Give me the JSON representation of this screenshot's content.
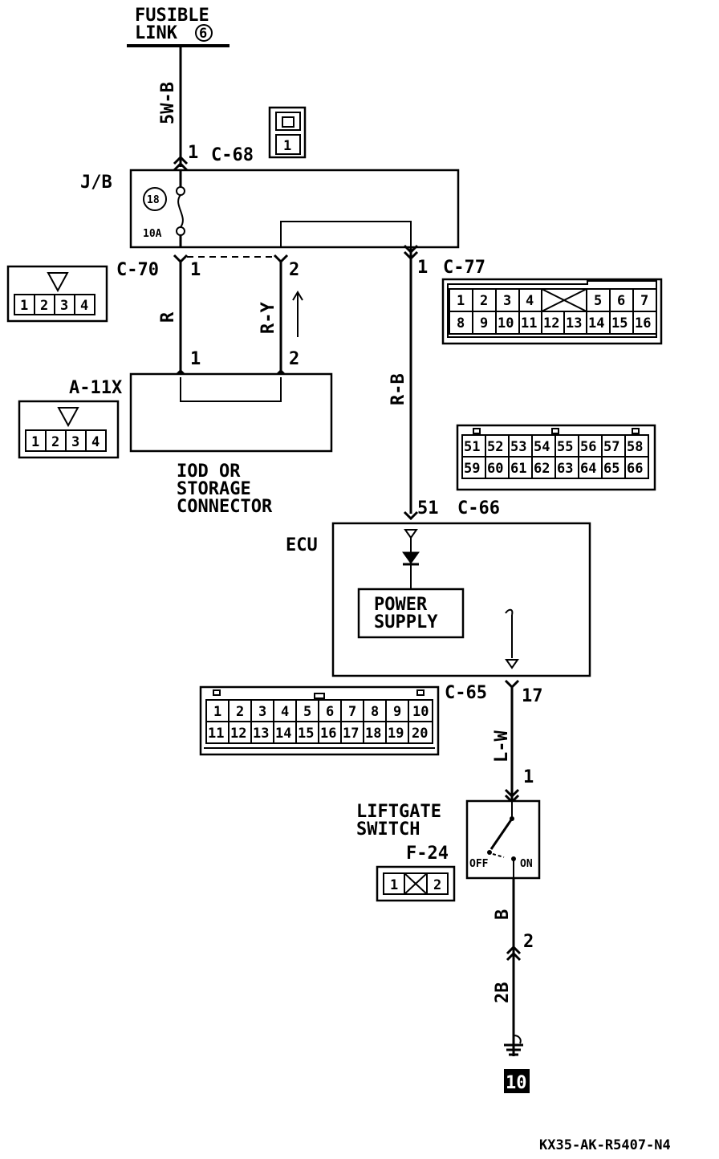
{
  "fusible_link": {
    "line1": "FUSIBLE",
    "line2": "LINK",
    "number": "6"
  },
  "wires": {
    "fusible": "5W-B",
    "jb_to_iod_left": "R",
    "jb_to_iod_right": "R-Y",
    "jb_to_ecu": "R-B",
    "ecu_to_switch": "L-W",
    "switch_to_ground": "B",
    "ground_wire": "2B"
  },
  "connectors": {
    "c68": {
      "name": "C-68",
      "pin": "1",
      "icon_pin": "1"
    },
    "c70": {
      "name": "C-70",
      "pin_left": "1",
      "pin_right": "2",
      "cells": [
        "1",
        "2",
        "3",
        "4"
      ]
    },
    "c77": {
      "name": "C-77",
      "pin": "1",
      "row1": [
        "1",
        "2",
        "3",
        "4",
        "5",
        "6",
        "7"
      ],
      "row2": [
        "8",
        "9",
        "10",
        "11",
        "12",
        "13",
        "14",
        "15",
        "16"
      ]
    },
    "a11x": {
      "name": "A-11X",
      "pin_left": "1",
      "pin_right": "2",
      "cells": [
        "1",
        "2",
        "3",
        "4"
      ]
    },
    "c66": {
      "name": "C-66",
      "pin": "51",
      "row1": [
        "51",
        "52",
        "53",
        "54",
        "55",
        "56",
        "57",
        "58"
      ],
      "row2": [
        "59",
        "60",
        "61",
        "62",
        "63",
        "64",
        "65",
        "66"
      ]
    },
    "c65": {
      "name": "C-65",
      "pin": "17",
      "row1": [
        "1",
        "2",
        "3",
        "4",
        "5",
        "6",
        "7",
        "8",
        "9",
        "10"
      ],
      "row2": [
        "11",
        "12",
        "13",
        "14",
        "15",
        "16",
        "17",
        "18",
        "19",
        "20"
      ]
    },
    "f24": {
      "name": "F-24",
      "pin_top": "1",
      "pin_bottom": "2",
      "cells": [
        "1",
        "2"
      ]
    }
  },
  "jb": {
    "label": "J/B",
    "fuse_number": "18",
    "fuse_rating": "10A"
  },
  "iod": {
    "line1": "IOD OR",
    "line2": "STORAGE",
    "line3": "CONNECTOR"
  },
  "ecu": {
    "label": "ECU",
    "power_line1": "POWER",
    "power_line2": "SUPPLY"
  },
  "liftgate": {
    "line1": "LIFTGATE",
    "line2": "SWITCH",
    "off": "OFF",
    "on": "ON"
  },
  "ground": {
    "number": "10"
  },
  "footer_code": "KX35-AK-R5407-N4"
}
